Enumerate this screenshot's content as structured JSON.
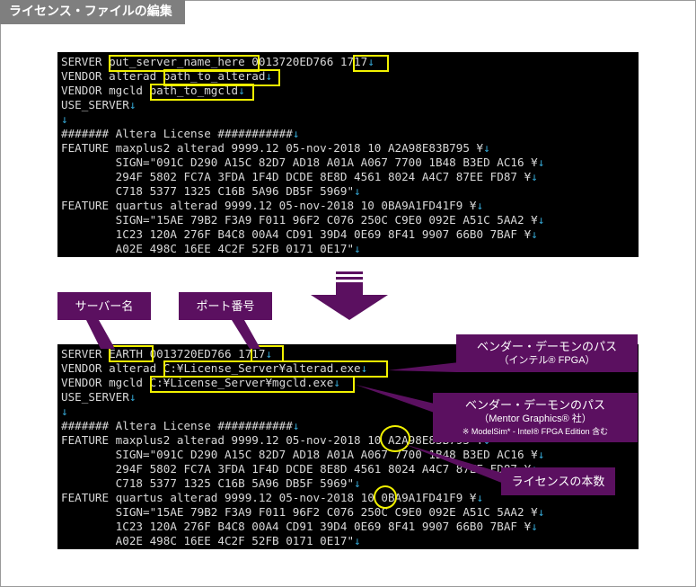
{
  "page": {
    "title": "ライセンス・ファイルの編集"
  },
  "colors": {
    "callout": "#5b1060",
    "highlight": "#f2f200",
    "terminal_bg": "#000000",
    "arrow": "#34a3cf"
  },
  "terminal_before": {
    "lines": [
      "SERVER put_server_name_here 0013720ED766 1717↓",
      "VENDOR alterad path_to_alterad↓",
      "VENDOR mgcld path_to_mgcld↓",
      "USE_SERVER↓",
      "↓",
      "####### Altera License ###########↓",
      "FEATURE maxplus2 alterad 9999.12 05-nov-2018 10 A2A98E83B795 ¥↓",
      "        SIGN=\"091C D290 A15C 82D7 AD18 A01A A067 7700 1B48 B3ED AC16 ¥↓",
      "        294F 5802 FC7A 3FDA 1F4D DCDE 8E8D 4561 8024 A4C7 87EE FD87 ¥↓",
      "        C718 5377 1325 C16B 5A96 DB5F 5969\"↓",
      "FEATURE quartus alterad 9999.12 05-nov-2018 10 0BA9A1FD41F9 ¥↓",
      "        SIGN=\"15AE 79B2 F3A9 F011 96F2 C076 250C C9E0 092E A51C 5AA2 ¥↓",
      "        1C23 120A 276F B4C8 00A4 CD91 39D4 0E69 8F41 9907 66B0 7BAF ¥↓",
      "        A02E 498C 16EE 4C2F 52FB 0171 0E17\"↓"
    ]
  },
  "terminal_after": {
    "lines": [
      "SERVER EARTH 0013720ED766 1717↓",
      "VENDOR alterad C:¥License_Server¥alterad.exe↓",
      "VENDOR mgcld C:¥License_Server¥mgcld.exe↓",
      "USE_SERVER↓",
      "↓",
      "####### Altera License ###########↓",
      "FEATURE maxplus2 alterad 9999.12 05-nov-2018 10 A2A98E83B795 ¥↓",
      "        SIGN=\"091C D290 A15C 82D7 AD18 A01A A067 7700 1B48 B3ED AC16 ¥↓",
      "        294F 5802 FC7A 3FDA 1F4D DCDE 8E8D 4561 8024 A4C7 87EE FD87 ¥↓",
      "        C718 5377 1325 C16B 5A96 DB5F 5969\"↓",
      "FEATURE quartus alterad 9999.12 05-nov-2018 10 0BA9A1FD41F9 ¥↓",
      "        SIGN=\"15AE 79B2 F3A9 F011 96F2 C076 250C C9E0 092E A51C 5AA2 ¥↓",
      "        1C23 120A 276F B4C8 00A4 CD91 39D4 0E69 8F41 9907 66B0 7BAF ¥↓",
      "        A02E 498C 16EE 4C2F 52FB 0171 0E17\"↓"
    ]
  },
  "callouts": {
    "server_name": "サーバー名",
    "port_number": "ポート番号",
    "vendor_intel_title": "ベンダー・デーモンのパス",
    "vendor_intel_sub": "（インテル® FPGA）",
    "vendor_mentor_title": "ベンダー・デーモンのパス",
    "vendor_mentor_sub": "（Mentor Graphics® 社）",
    "vendor_mentor_note": "※ ModelSim* - Intel® FPGA Edition 含む",
    "license_count": "ライセンスの本数"
  }
}
